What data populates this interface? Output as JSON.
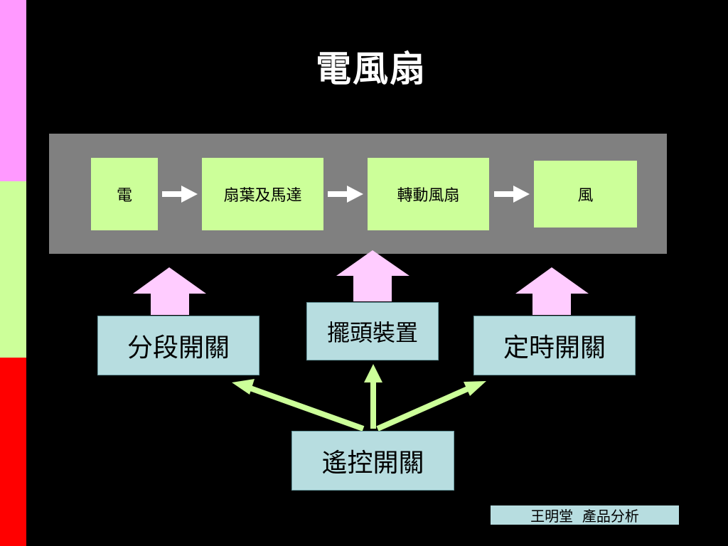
{
  "title": "電風扇",
  "colors": {
    "background": "#000000",
    "panel": "#808080",
    "process_box": "#ccff99",
    "control_box": "#b7dde0",
    "up_arrow": "#ffccff",
    "remote_arrow": "#ccff99",
    "flow_arrow": "#ffffff",
    "stripe_top": "#ff99ff",
    "stripe_middle": "#ccff99",
    "stripe_bottom": "#ff0000"
  },
  "process_flow": [
    "電",
    "扇葉及馬達",
    "轉動風扇",
    "風"
  ],
  "controls": {
    "speed_switch": "分段開關",
    "oscillation": "擺頭裝置",
    "timer_switch": "定時開關",
    "remote_switch": "遙控開關"
  },
  "footer": "王明堂  產品分析"
}
